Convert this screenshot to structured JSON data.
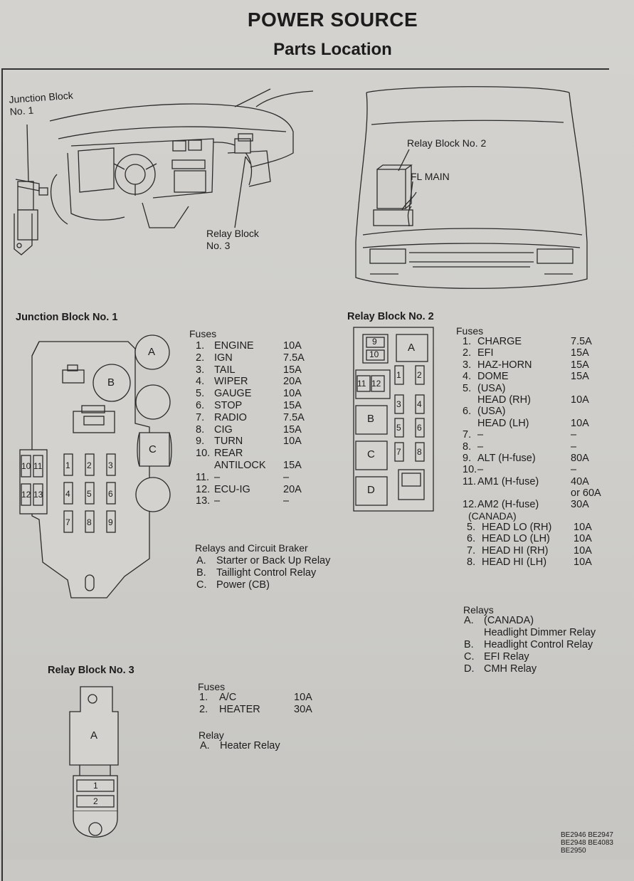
{
  "header": {
    "title": "POWER SOURCE",
    "subtitle": "Parts Location"
  },
  "top_labels": {
    "junction_block_no1": "Junction Block\nNo. 1",
    "relay_block_no3": "Relay Block\nNo. 3",
    "relay_block_no2": "Relay Block No. 2",
    "fl_main": "FL MAIN"
  },
  "junction_block": {
    "title": "Junction Block No. 1",
    "fuses_heading": "Fuses",
    "fuses": [
      {
        "num": "1.",
        "name": "ENGINE",
        "amp": "10A"
      },
      {
        "num": "2.",
        "name": "IGN",
        "amp": "7.5A"
      },
      {
        "num": "3.",
        "name": "TAIL",
        "amp": "15A"
      },
      {
        "num": "4.",
        "name": "WIPER",
        "amp": "20A"
      },
      {
        "num": "5.",
        "name": "GAUGE",
        "amp": "10A"
      },
      {
        "num": "6.",
        "name": "STOP",
        "amp": "15A"
      },
      {
        "num": "7.",
        "name": "RADIO",
        "amp": "7.5A"
      },
      {
        "num": "8.",
        "name": "CIG",
        "amp": "15A"
      },
      {
        "num": "9.",
        "name": "TURN",
        "amp": "10A"
      },
      {
        "num": "10.",
        "name": "REAR",
        "amp": ""
      },
      {
        "num": "",
        "name": "ANTILOCK",
        "amp": "15A"
      },
      {
        "num": "11.",
        "name": "–",
        "amp": "–"
      },
      {
        "num": "12.",
        "name": "ECU-IG",
        "amp": "20A"
      },
      {
        "num": "13.",
        "name": "–",
        "amp": "–"
      }
    ],
    "relays_heading": "Relays and Circuit Braker",
    "relays": [
      {
        "letter": "A.",
        "name": "Starter or Back Up Relay"
      },
      {
        "letter": "B.",
        "name": "Taillight Control Relay"
      },
      {
        "letter": "C.",
        "name": "Power (CB)"
      }
    ],
    "diagram": {
      "relays": [
        "A",
        "B",
        "C"
      ],
      "fuse_cols": [
        [
          "1",
          "4",
          "7"
        ],
        [
          "2",
          "5",
          "8"
        ],
        [
          "3",
          "6",
          "9"
        ]
      ],
      "left_fuses": [
        "10",
        "11",
        "12",
        "13"
      ]
    }
  },
  "relay_block2": {
    "title": "Relay Block No. 2",
    "fuses_heading": "Fuses",
    "fuses": [
      {
        "num": "1.",
        "name": "CHARGE",
        "amp": "7.5A"
      },
      {
        "num": "2.",
        "name": "EFI",
        "amp": "15A"
      },
      {
        "num": "3.",
        "name": "HAZ-HORN",
        "amp": "15A"
      },
      {
        "num": "4.",
        "name": "DOME",
        "amp": "15A"
      },
      {
        "num": "5.",
        "name": "(USA)",
        "amp": ""
      },
      {
        "num": "",
        "name": "HEAD (RH)",
        "amp": "10A"
      },
      {
        "num": "6.",
        "name": "(USA)",
        "amp": ""
      },
      {
        "num": "",
        "name": "HEAD (LH)",
        "amp": "10A"
      },
      {
        "num": "7.",
        "name": "–",
        "amp": "–"
      },
      {
        "num": "8.",
        "name": "–",
        "amp": "–"
      },
      {
        "num": "9.",
        "name": "ALT (H-fuse)",
        "amp": "80A"
      },
      {
        "num": "10.",
        "name": "–",
        "amp": "–"
      },
      {
        "num": "11.",
        "name": "AM1 (H-fuse)",
        "amp": "40A"
      },
      {
        "num": "",
        "name": "",
        "amp": "or 60A"
      },
      {
        "num": "12.",
        "name": "AM2 (H-fuse)",
        "amp": "30A"
      }
    ],
    "canada_heading": "(CANADA)",
    "canada_fuses": [
      {
        "num": "5.",
        "name": "HEAD LO (RH)",
        "amp": "10A"
      },
      {
        "num": "6.",
        "name": "HEAD LO (LH)",
        "amp": "10A"
      },
      {
        "num": "7.",
        "name": "HEAD HI (RH)",
        "amp": "10A"
      },
      {
        "num": "8.",
        "name": "HEAD HI (LH)",
        "amp": "10A"
      }
    ],
    "relays_heading": "Relays",
    "relays": [
      {
        "letter": "A.",
        "name": "(CANADA)"
      },
      {
        "letter": "",
        "name": "Headlight Dimmer Relay"
      },
      {
        "letter": "B.",
        "name": "Headlight Control Relay"
      },
      {
        "letter": "C.",
        "name": "EFI Relay"
      },
      {
        "letter": "D.",
        "name": "CMH Relay"
      }
    ],
    "diagram": {
      "fuses_top": [
        "9",
        "10"
      ],
      "fuses_side": [
        "11",
        "12"
      ],
      "fuses_grid": [
        "1",
        "2",
        "3",
        "4",
        "5",
        "6",
        "7",
        "8"
      ],
      "relays": [
        "A",
        "B",
        "C",
        "D"
      ]
    }
  },
  "relay_block3": {
    "title": "Relay Block No. 3",
    "fuses_heading": "Fuses",
    "fuses": [
      {
        "num": "1.",
        "name": "A/C",
        "amp": "10A"
      },
      {
        "num": "2.",
        "name": "HEATER",
        "amp": "30A"
      }
    ],
    "relay_heading": "Relay",
    "relays": [
      {
        "letter": "A.",
        "name": "Heater Relay"
      }
    ],
    "diagram": {
      "relay": "A",
      "fuses": [
        "1",
        "2"
      ]
    }
  },
  "codes": [
    "BE2946  BE2947",
    "BE2948  BE4083",
    "BE2950"
  ]
}
